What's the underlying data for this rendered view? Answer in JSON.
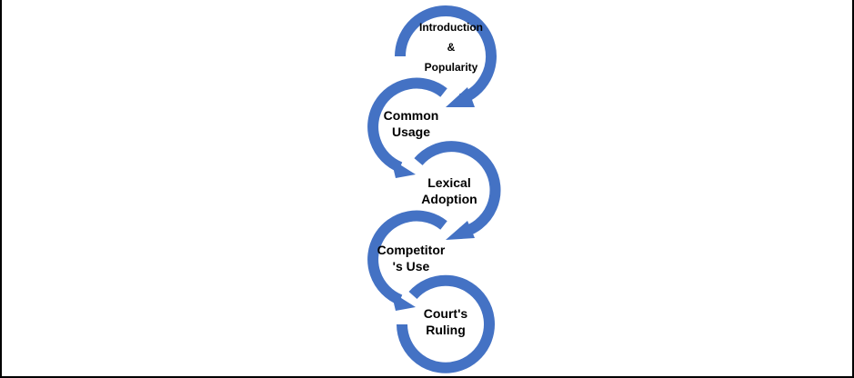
{
  "diagram": {
    "type": "circular-arrow-process",
    "accent_color": "#4472C4",
    "steps": [
      {
        "lines": [
          "Introduction",
          "&",
          "Popularity"
        ]
      },
      {
        "lines": [
          "Common",
          "Usage"
        ]
      },
      {
        "lines": [
          "Lexical",
          "Adoption"
        ]
      },
      {
        "lines": [
          "Competitor",
          "'s Use"
        ]
      },
      {
        "lines": [
          "Court's",
          "Ruling"
        ]
      }
    ]
  }
}
